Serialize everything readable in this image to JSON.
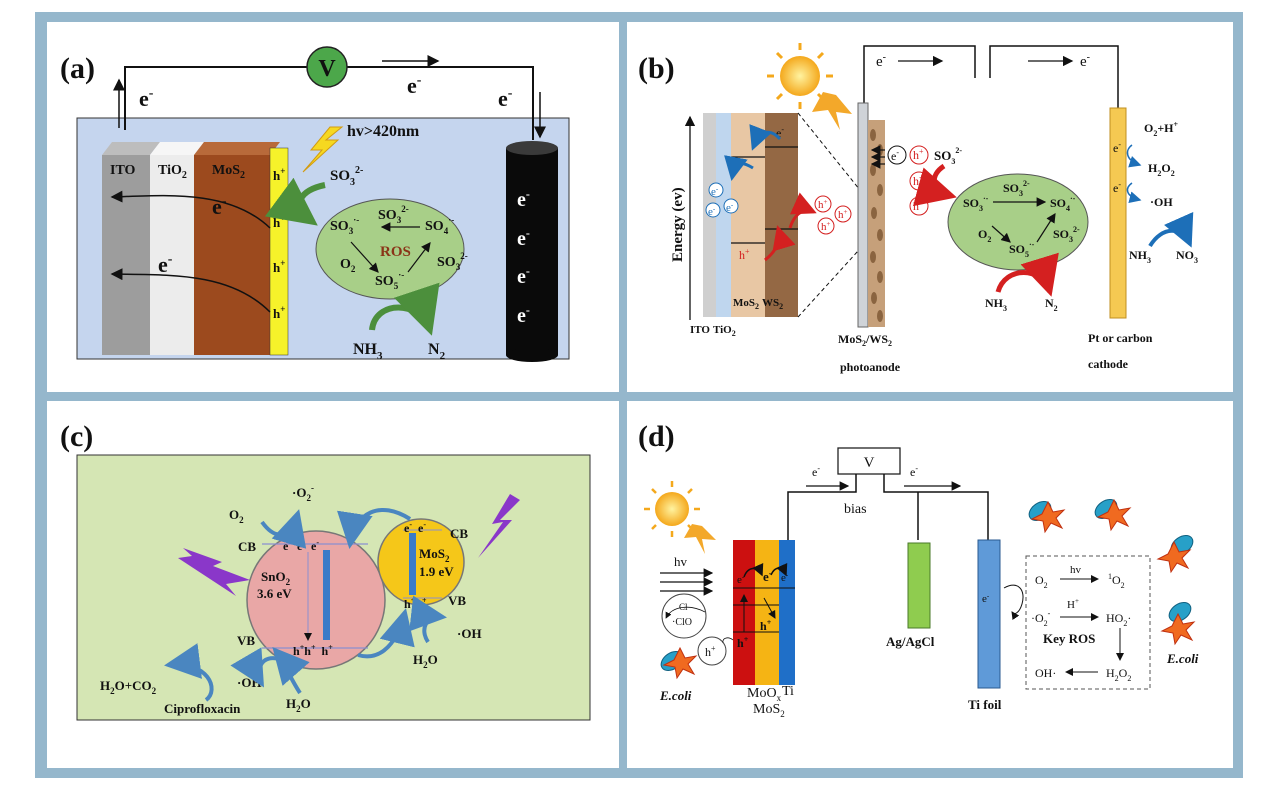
{
  "colors": {
    "frame": "#95b7cc",
    "panel_bg": "#ffffff",
    "cell_a_bg": "#c5d5ee",
    "cell_c_bg": "#d5e6b4",
    "ito": "#9d9d9d",
    "tio2": "#ececec",
    "mos2_brown": "#9c4a1e",
    "ros_ellipse": "#a8cf88",
    "sno2": "#e9a7a6",
    "mos2_yellow": "#f5c719",
    "moox": "#cc1010",
    "ti_blue": "#1f6fc8",
    "agagcl": "#8fcc4f",
    "tifoil": "#5f9ad8",
    "cathode": "#f5c952"
  },
  "panel_a": {
    "label": "(a)",
    "voltmeter": "V",
    "light": "hv>420nm",
    "e_minus": "e",
    "minus": "-",
    "layers": {
      "ito": "ITO",
      "tio2": "TiO",
      "mos2": "MoS",
      "sub2": "2"
    },
    "h": "h",
    "plus": "+",
    "so3": "SO",
    "so3_2minus": "2-",
    "sub3": "3",
    "sub4": "4",
    "sub5": "5",
    "dot_minus": "·-",
    "ros": "ROS",
    "o2": "O",
    "nh3": "NH",
    "n2": "N"
  },
  "panel_b": {
    "label": "(b)",
    "axis": "Energy (ev)",
    "e": "e",
    "minus": "-",
    "plus": "+",
    "h": "h",
    "ito": "ITO",
    "tio2": "TiO",
    "mos2": "MoS",
    "ws2": "WS",
    "sub2": "2",
    "sub3": "3",
    "sub4": "4",
    "sub5": "5",
    "so3": "SO",
    "so4": "SO",
    "so5": "SO",
    "so3_2minus": "2-",
    "o2": "O",
    "nh3": "NH",
    "n2": "N",
    "no3": "NO",
    "photoanode_line1": "MoS",
    "photoanode_ws": "/WS",
    "photoanode_line2": "photoanode",
    "cathode_line1": "Pt or carbon",
    "cathode_line2": "cathode",
    "o2h": "O",
    "plus_h": "+H",
    "h2o2": "H",
    "o2_sub": "O",
    "oh": "·OH"
  },
  "panel_c": {
    "label": "(c)",
    "o2": "O",
    "sub2": "2",
    "o2rad": "·O",
    "o2rad_minus": "-",
    "cb": "CB",
    "vb": "VB",
    "sno2": "SnO",
    "sno2_gap": "3.6 eV",
    "mos2": "MoS",
    "mos2_gap": "1.9 eV",
    "e_minus": "e",
    "minus": "-",
    "h_plus": "h",
    "plus": "+",
    "oh": "·OH",
    "h2o": "H",
    "h2o_o": "O",
    "product": "H",
    "product_rest": "O+CO",
    "cipro": "Ciprofloxacin"
  },
  "panel_d": {
    "label": "(d)",
    "voltmeter": "V",
    "e_minus": "e",
    "minus": "-",
    "bias": "bias",
    "hv": "hv",
    "cl_line1": "Cl",
    "cl_line2": "·ClO",
    "h_plus": "h",
    "plus": "+",
    "ecoli": "E.coli",
    "moox": "MoO",
    "moox_sub": "x",
    "ti": "Ti",
    "mos2": "MoS",
    "sub2": "2",
    "agagcl": "Ag/AgCl",
    "tifoil": "Ti foil",
    "o2": "O",
    "hv2": "hv",
    "singlet": "O",
    "singlet_sup": "1",
    "o2rad": "·O",
    "o2rad_minus": "-",
    "hplus": "H",
    "ho2": "HO",
    "key_ros": "Key ROS",
    "oh": "OH",
    "h2o2": "H",
    "h2o2_o": "O",
    "dot": "·"
  }
}
